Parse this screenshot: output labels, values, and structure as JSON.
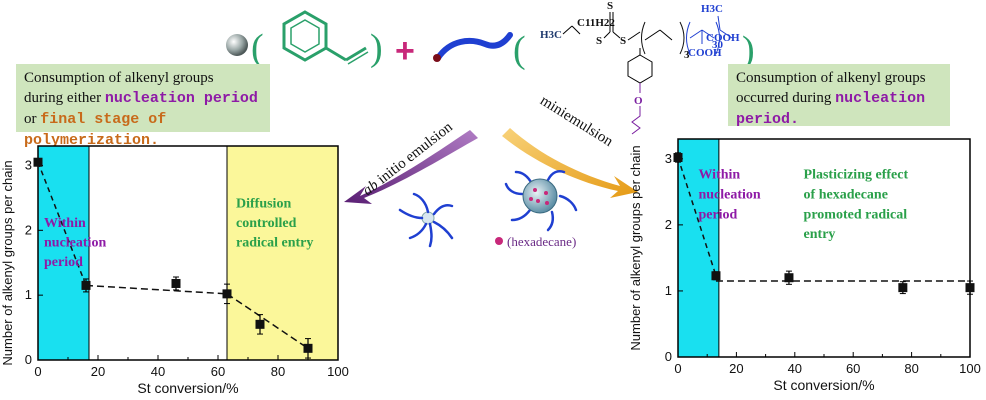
{
  "top_scheme": {
    "paren_open_1": "(",
    "paren_close_1": ")",
    "plus": "+",
    "paren_open_2": "(",
    "paren_close_2": ")",
    "h3c_left": "H3C",
    "c11h22": "C11H22",
    "s_top": "S",
    "s_left": "S",
    "s_right": "S",
    "sub_3": "3",
    "sub_30": "30",
    "h3c_right": "H3C",
    "cooh_1": "COOH",
    "cooh_2": "COOH",
    "o_label": "O"
  },
  "left_note": {
    "line1": "Consumption of alkenyl groups",
    "line2_pre": "during either ",
    "line2_hl": "nucleation period",
    "line3_pre": "or ",
    "line3_hl": "final stage of polymerization."
  },
  "right_note": {
    "line1": "Consumption of alkenyl  groups",
    "line2_pre": "occurred during ",
    "line2_hl": "nucleation",
    "line3_hl": "period."
  },
  "arrows": {
    "left_label_italic": "ab",
    "left_label_rest": " initio emulsion",
    "right_label": "miniemulsion",
    "hexadecane_label": "(hexadecane)"
  },
  "colors": {
    "blue_region": "#19e0f0",
    "yellow_region": "#fbf79a",
    "note_bg": "#cfe5bd",
    "purple_text": "#8e1aa6",
    "green_text": "#2aa04a",
    "plus": "#c8287a"
  },
  "chart_data": [
    {
      "type": "scatter",
      "title": "",
      "xlabel": "St conversion/%",
      "ylabel": "Number of alkenyl groups per chain",
      "xlim": [
        0,
        100
      ],
      "ylim": [
        0,
        3.3
      ],
      "xticks": [
        "0",
        "20",
        "40",
        "60",
        "80",
        "100"
      ],
      "yticks": [
        "0",
        "1",
        "2",
        "3"
      ],
      "x": [
        0,
        16,
        46,
        63,
        74,
        90
      ],
      "y": [
        3.05,
        1.15,
        1.18,
        1.02,
        0.55,
        0.18
      ],
      "err": [
        0.05,
        0.1,
        0.1,
        0.15,
        0.15,
        0.15
      ],
      "shaded_regions": [
        {
          "from": 0,
          "to": 17,
          "color": "#19e0f0"
        },
        {
          "from": 63,
          "to": 100,
          "color": "#fbf79a"
        }
      ],
      "annotations": [
        {
          "text": "Within",
          "x": 2,
          "y": 2.05,
          "color": "#8e1aa6"
        },
        {
          "text": "nucleation",
          "x": 2,
          "y": 1.75,
          "color": "#8e1aa6"
        },
        {
          "text": "period",
          "x": 2,
          "y": 1.45,
          "color": "#8e1aa6"
        },
        {
          "text": "Diffusion",
          "x": 66,
          "y": 2.35,
          "color": "#2aa04a"
        },
        {
          "text": "controlled",
          "x": 66,
          "y": 2.05,
          "color": "#2aa04a"
        },
        {
          "text": "radical entry",
          "x": 66,
          "y": 1.75,
          "color": "#2aa04a"
        }
      ]
    },
    {
      "type": "scatter",
      "title": "",
      "xlabel": "St conversion/%",
      "ylabel": "Number of alkenyl groups per chain",
      "xlim": [
        0,
        100
      ],
      "ylim": [
        0,
        3.3
      ],
      "xticks": [
        "0",
        "20",
        "40",
        "60",
        "80",
        "100"
      ],
      "yticks": [
        "0",
        "1",
        "2",
        "3"
      ],
      "x": [
        0,
        13,
        38,
        77,
        100
      ],
      "y": [
        3.02,
        1.23,
        1.2,
        1.05,
        1.05
      ],
      "err": [
        0.07,
        0.06,
        0.1,
        0.09,
        0.1
      ],
      "shaded_regions": [
        {
          "from": 0,
          "to": 14,
          "color": "#19e0f0"
        }
      ],
      "annotations": [
        {
          "text": "Within",
          "x": 7,
          "y": 2.7,
          "color": "#8e1aa6"
        },
        {
          "text": "nucleation",
          "x": 7,
          "y": 2.4,
          "color": "#8e1aa6"
        },
        {
          "text": "period",
          "x": 7,
          "y": 2.1,
          "color": "#8e1aa6"
        },
        {
          "text": "Plasticizing effect",
          "x": 43,
          "y": 2.7,
          "color": "#2aa04a"
        },
        {
          "text": "of hexadecane",
          "x": 43,
          "y": 2.4,
          "color": "#2aa04a"
        },
        {
          "text": "promoted radical",
          "x": 43,
          "y": 2.1,
          "color": "#2aa04a"
        },
        {
          "text": "entry",
          "x": 43,
          "y": 1.8,
          "color": "#2aa04a"
        }
      ]
    }
  ]
}
